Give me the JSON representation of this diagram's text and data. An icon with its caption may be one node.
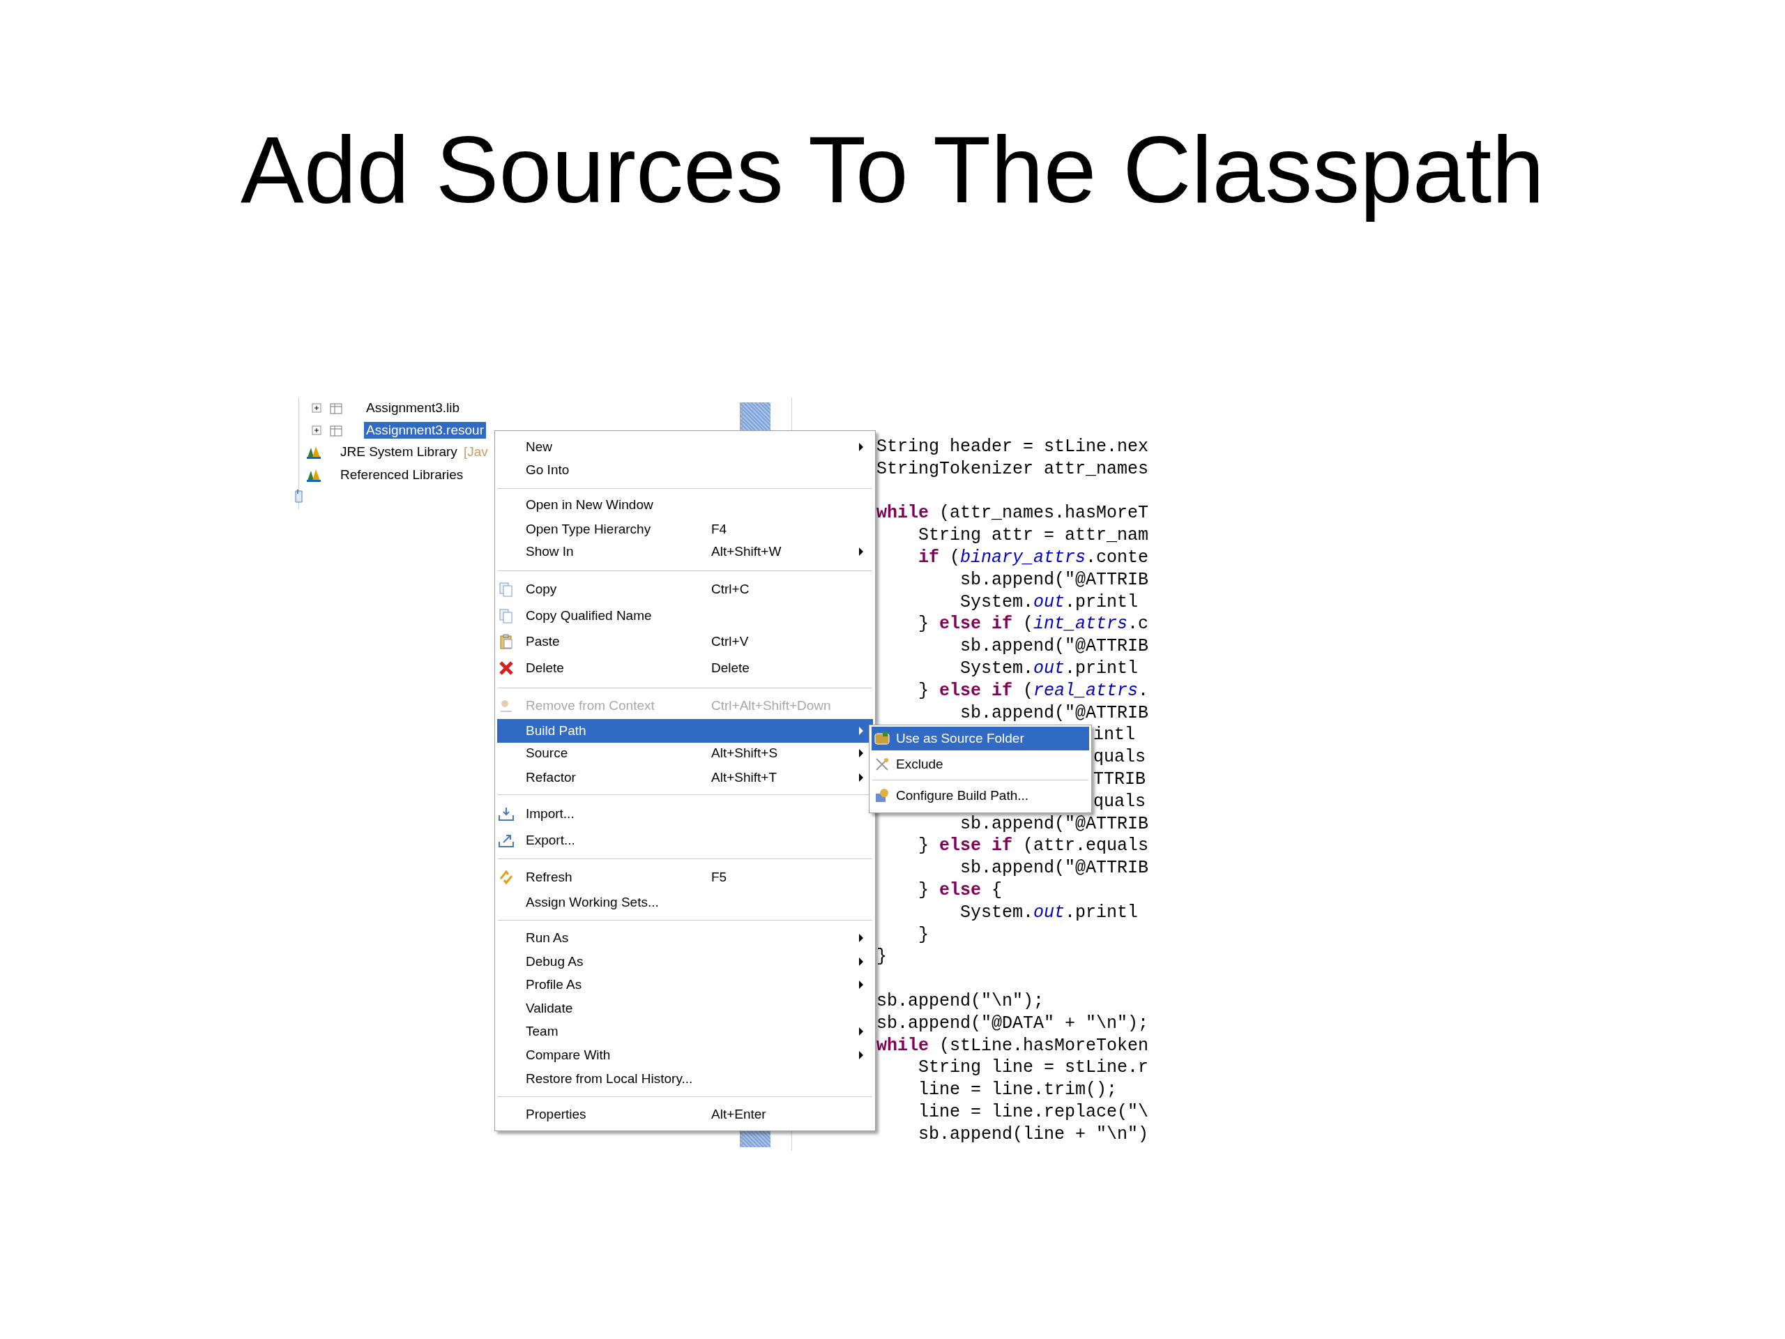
{
  "diagram": {
    "title": "Add Sources To The Classpath",
    "labels": [
      "Assignment3.lib",
      "Assignment3.resour",
      "JRE System Library",
      "[Jav",
      "Referenced Libraries",
      "New",
      "Go Into",
      "Open in New Window",
      "Open Type Hierarchy",
      "F4",
      "Show In",
      "Alt+Shift+W",
      "Copy",
      "Ctrl+C",
      "Copy Qualified Name",
      "Paste",
      "Ctrl+V",
      "Delete",
      "Delete",
      "Remove from Context",
      "Ctrl+Alt+Shift+Down",
      "Build Path",
      "Source",
      "Alt+Shift+S",
      "Refactor",
      "Alt+Shift+T",
      "Import...",
      "Export...",
      "Refresh",
      "F5",
      "Assign Working Sets...",
      "Run As",
      "Debug As",
      "Profile As",
      "Validate",
      "Team",
      "Compare With",
      "Restore from Local History...",
      "Properties",
      "Alt+Enter",
      "Use as Source Folder",
      "Exclude",
      "Configure Build Path...",
      "String header = stLine.nex",
      "StringTokenizer attr_names",
      "**while** (attr_names.hasMoreT",
      "String attr = attr_nam",
      "**if** (*binary_attrs*.conte",
      "sb.append(\"@ATTRIB",
      "System.*out*.printl",
      "} **else if** (*int_attrs*.c",
      "sb.append(\"@ATTRIB",
      "System.*out*.printl",
      "} **else if** (*real_attrs*.",
      "sb.append(\"@ATTRIB",
      "intl",
      "quals",
      "TTRIB",
      "quals",
      "sb.append(\"@ATTRIB",
      "} **else if** (attr.equals",
      "sb.append(\"@ATTRIB",
      "} **else** {",
      "System.*out*.printl",
      "}",
      "}",
      "sb.append(\"\\n\");",
      "sb.append(\"@DATA\" + \"\\n\");",
      "**while** (stLine.hasMoreToken",
      "String line = stLine.r",
      "line = line.trim();",
      "line = line.replace(\"\\",
      "sb.append(line + \"\\n\")"
    ]
  }
}
